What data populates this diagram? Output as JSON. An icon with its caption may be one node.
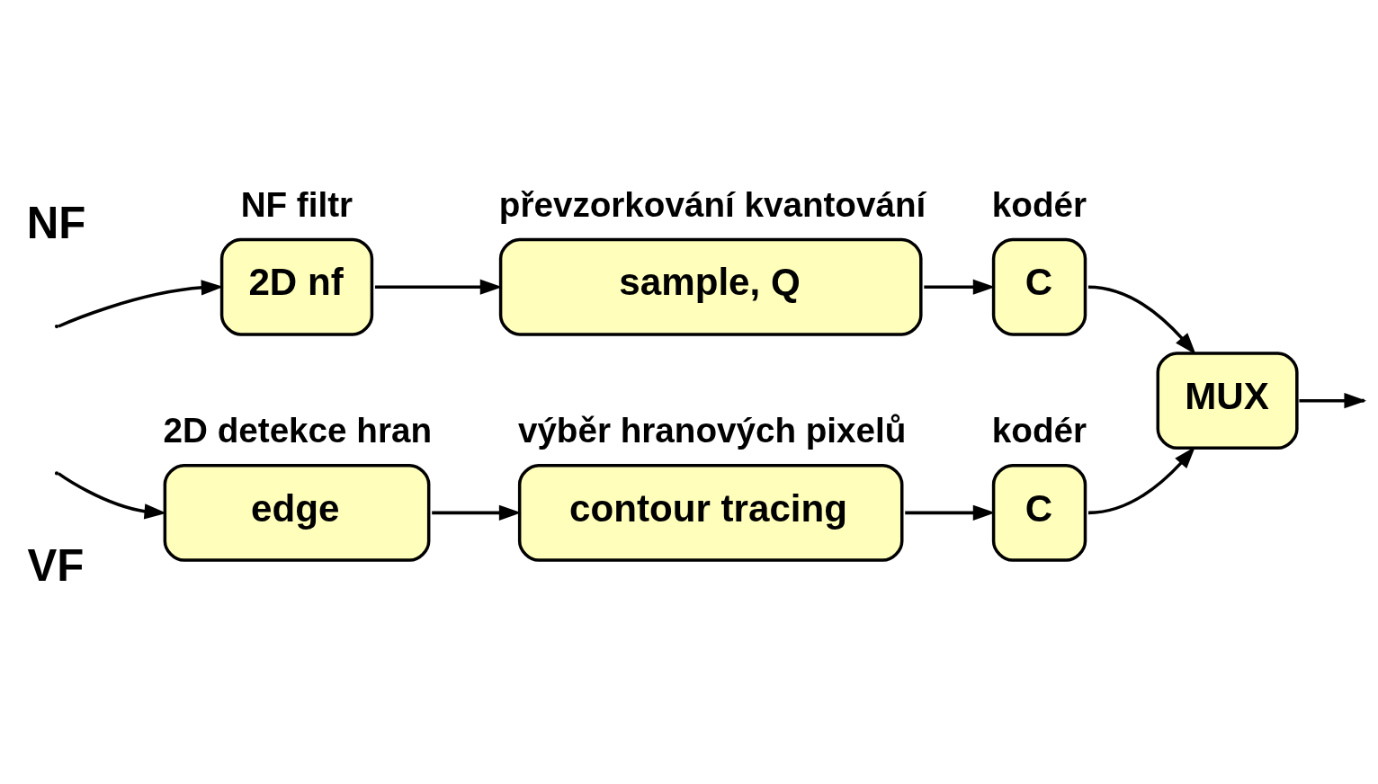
{
  "diagram": {
    "nodes": [
      {
        "text": [
          "NF filtr",
          "2D nf"
        ]
      },
      {
        "text": [
          "převzorkování kvantování",
          "sample, Q"
        ]
      },
      {
        "text": [
          "kodér",
          "C"
        ]
      },
      {
        "text": [
          "2D detekce hran",
          "edge"
        ]
      },
      {
        "text": [
          "výběr hranových pixelů",
          "contour tracing"
        ]
      },
      {
        "text": [
          "kodér",
          "C"
        ]
      },
      {
        "text": [
          "MUX"
        ]
      }
    ],
    "edges": [
      {
        "from": null,
        "to": 0,
        "arrow": "to"
      },
      {
        "from": null,
        "to": 3,
        "arrow": "to"
      },
      {
        "from": 0,
        "to": 1,
        "arrow": "to"
      },
      {
        "from": 1,
        "to": 2,
        "arrow": "to"
      },
      {
        "from": 2,
        "to": 6,
        "arrow": "to"
      },
      {
        "from": 3,
        "to": 4,
        "arrow": "to"
      },
      {
        "from": 4,
        "to": 5,
        "arrow": "to"
      },
      {
        "from": 5,
        "to": 6,
        "arrow": "to"
      },
      {
        "from": 6,
        "to": null,
        "arrow": "to"
      }
    ],
    "labels": [
      "NF",
      "VF"
    ]
  }
}
